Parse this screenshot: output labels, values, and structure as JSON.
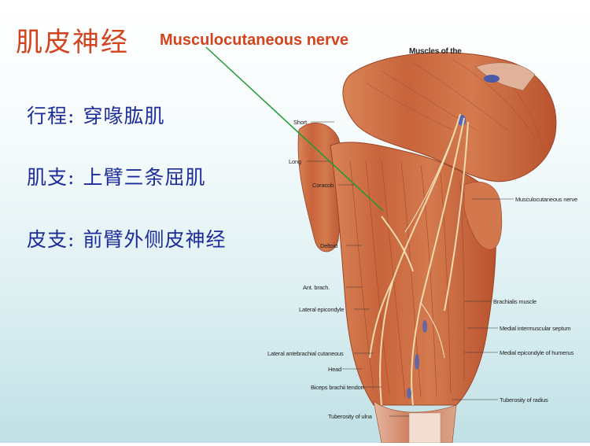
{
  "title": {
    "zh": "肌皮神经",
    "en": "Musculocutaneous nerve"
  },
  "items": [
    {
      "key": "行程:",
      "value": "穿喙肱肌"
    },
    {
      "key": "肌支:",
      "value": "上臂三条屈肌"
    },
    {
      "key": "皮支:",
      "value": "前臂外侧皮神经"
    }
  ],
  "figure": {
    "top_caption": "Muscles of the",
    "left_labels": [
      "Short",
      "Long",
      "Coracob",
      "Deltoid",
      "Ant. brach.",
      "Lateral epicondyle",
      "Lateral antebrachial cutaneous",
      "Head",
      "Biceps brachii tendon",
      "Tuberosity of ulna"
    ],
    "right_labels": [
      "Musculocutaneous nerve",
      "Brachialis muscle",
      "Medial intermuscular septum",
      "Medial epicondyle of humerus",
      "Tuberosity of radius"
    ]
  },
  "colors": {
    "title": "#d2441e",
    "body_text": "#1c2c9a",
    "pointer": "#1f9a34"
  }
}
